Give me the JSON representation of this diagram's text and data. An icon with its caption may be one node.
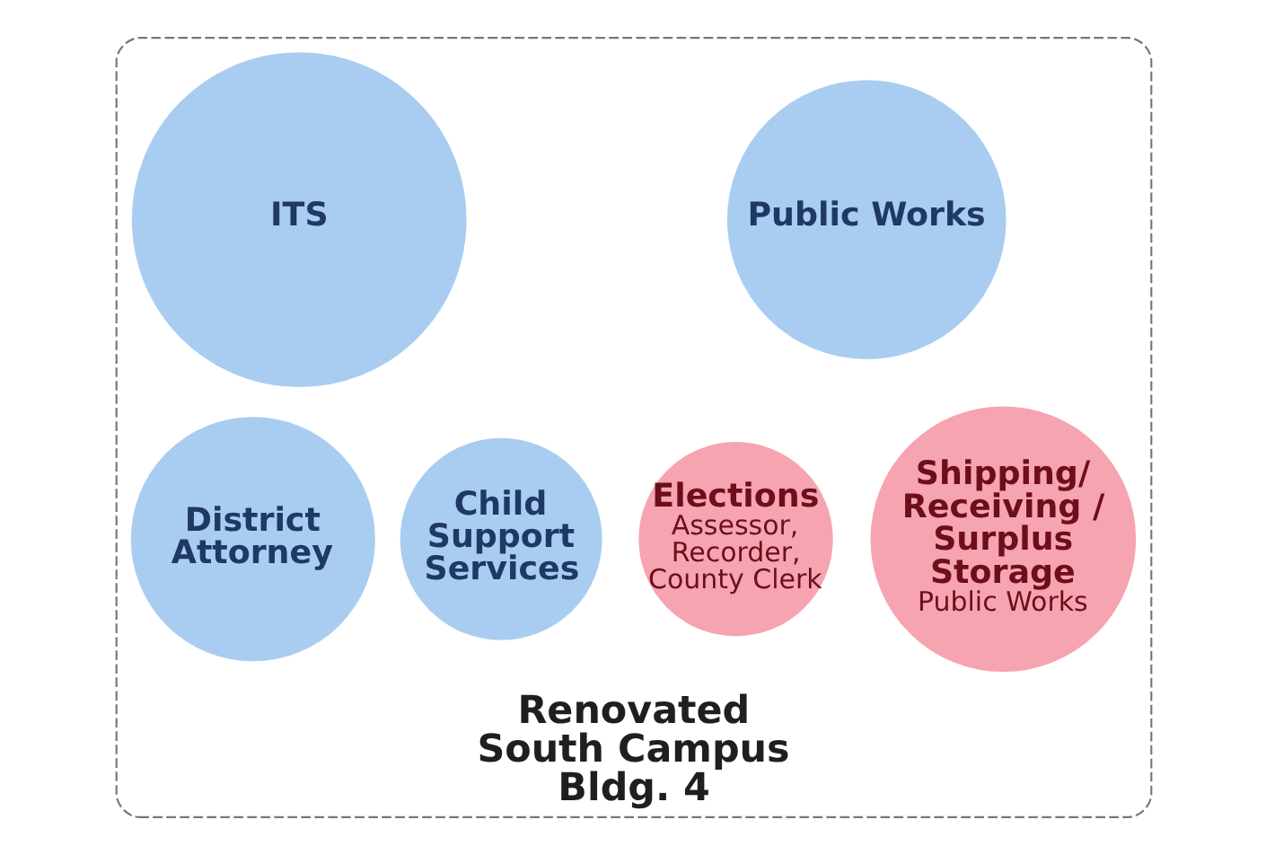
{
  "diagram": {
    "nodes": [
      {
        "text": [
          "Renovated South Campus Bldg. 4"
        ]
      },
      {
        "text": [
          "ITS"
        ],
        "in": 0
      },
      {
        "text": [
          "Public Works"
        ],
        "in": 0
      },
      {
        "text": [
          "District Attorney"
        ],
        "in": 0
      },
      {
        "text": [
          "Elections",
          "Assessor, Recorder, County Clerk"
        ],
        "in": 0
      },
      {
        "text": [
          "Shipping/ Receiving / Surplus Storage",
          "Public Works"
        ],
        "in": 0
      },
      {
        "text": [
          "Child Support Services"
        ],
        "in": 0
      }
    ]
  }
}
